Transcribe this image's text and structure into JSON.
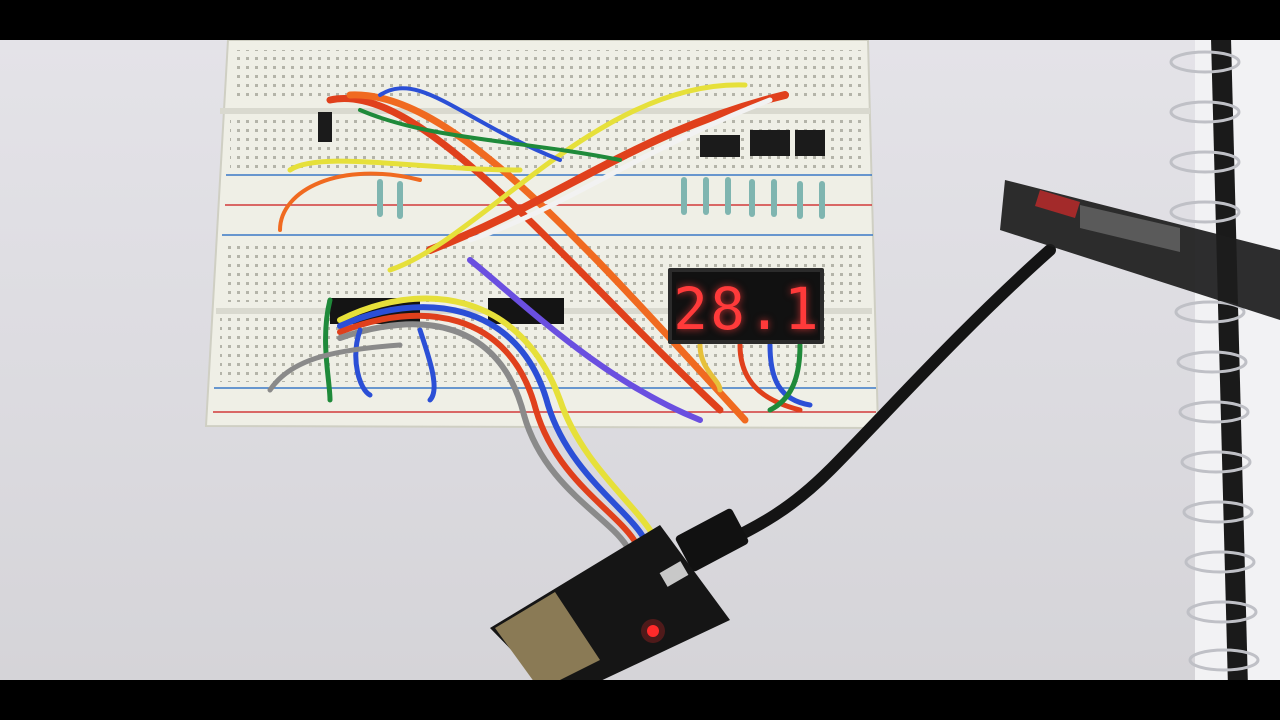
{
  "scene": {
    "display_reading": "28.1",
    "display_color": "#ff3a3a",
    "subjects": [
      "breadboard",
      "seven-segment-display",
      "microcontroller-board",
      "jumper-wires",
      "resistors",
      "usb-cable",
      "temperature-probe",
      "spiral-notebook"
    ]
  }
}
